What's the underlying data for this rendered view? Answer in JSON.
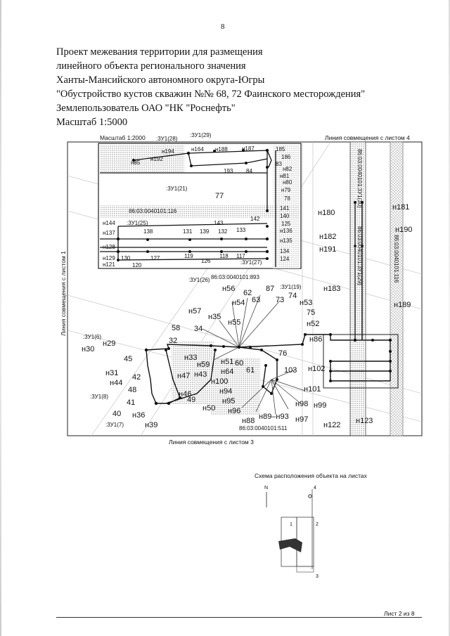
{
  "page_number": "8",
  "header": {
    "lines": [
      "Проект межевания территории для размещения",
      "линейного объекта регионального значения",
      "Ханты-Мансийского автономного округа-Югры",
      "\"Обустройство кустов скважин №№ 68, 72 Фаинского месторождения\"",
      "Землепользователь ОАО \"НК \"Роснефть\"",
      "Масштаб 1:5000"
    ]
  },
  "map": {
    "inset_scale": "Масштаб 1:2000",
    "captions": {
      "top_right": "Линия совмещения с листом 4",
      "left": "Линия совмещения с листом 1",
      "bottom": "Линия совмещения с листом 3",
      "parcel_center": "86:03:0040101:893",
      "parcel_bottom": "86:03:0040101:511",
      "inset_parcel": "86:03:0040101:116",
      "vertical_1": "86:03:0040101:3У1(30)",
      "vertical_2": "86:03:0040101:3У1(29)",
      "vertical_3": "86:03:0040101:116"
    },
    "zones": {
      "zu28": ":3У1(28)",
      "zu29": ":3У1(29)",
      "zu21": ":3У1(21)",
      "zu25": ":3У1(25)",
      "zu27": ":3У1(27)",
      "zu26": ":3У1(26)",
      "zu19": ":3У1(19)",
      "zu6": ":3У1(6)",
      "zu8": ":3У1(8)",
      "zu7": ":3У1(7)"
    },
    "inset_points": {
      "n194": "н194",
      "n164": "н164",
      "n188": "н188",
      "n187": "н187",
      "p185": "185",
      "n85": "н85",
      "n192": "н192",
      "p186": "186",
      "p83": "83",
      "n82": "н82",
      "p193": "193",
      "p84": "84",
      "n81": "н81",
      "n80": "н80",
      "n79": "н79",
      "p78": "78",
      "p77": "77",
      "p141": "141",
      "p140": "140",
      "p142": "142",
      "p143": "143",
      "p125": "125",
      "n144": "н144",
      "n137": "н137",
      "p138": "138",
      "p131": "131",
      "p139": "139",
      "p132": "132",
      "p133": "133",
      "n136": "н136",
      "n135": "н135",
      "n128": "н128",
      "p134": "134",
      "p124": "124",
      "n129": "н129",
      "n121": "н121",
      "p130": "130",
      "p127": "127",
      "p119": "119",
      "p126": "126",
      "p118": "118",
      "p117": "117",
      "p120": "120"
    },
    "main_points": {
      "n180": "н180",
      "n181": "н181",
      "n182": "н182",
      "n190": "н190",
      "n191": "н191",
      "n183": "н183",
      "n189": "н189",
      "n56": "н56",
      "p62": "62",
      "p87": "87",
      "n54": "н54",
      "p63": "63",
      "p73": "73",
      "p74": "74",
      "n53": "н53",
      "n57": "н57",
      "n35": "н35",
      "p75": "75",
      "n55": "н55",
      "n52": "н52",
      "p58": "58",
      "p34": "34",
      "n86": "н86",
      "p32": "32",
      "n29": "н29",
      "n30": "н30",
      "p76": "76",
      "n33": "н33",
      "p45": "45",
      "n59": "н59",
      "n51": "н51",
      "p60": "60",
      "p61": "61",
      "p103": "103",
      "n102": "н102",
      "n31": "н31",
      "p42": "42",
      "n47": "н47",
      "n43": "н43",
      "n64": "н64",
      "n44": "н44",
      "n100": "н100",
      "p48": "48",
      "n94": "н94",
      "n101": "н101",
      "p41": "41",
      "n46": "н46",
      "p49": "49",
      "n95": "н95",
      "n98": "н98",
      "n99": "н99",
      "p40": "40",
      "n50": "н50",
      "n96": "н96",
      "n36": "н36",
      "n88": "н88",
      "n89n93": "н89–н93",
      "n97": "н97",
      "n122": "н122",
      "n123": "н123",
      "n39": "н39"
    },
    "layout_diagram": {
      "title": "Схема расположения объекта на листах",
      "north": "N",
      "sheet_1": "1",
      "sheet_2": "2",
      "sheet_3": "3",
      "sheet_4": "4"
    }
  },
  "footer": {
    "sheet_label": "Лист 2 из 8"
  }
}
